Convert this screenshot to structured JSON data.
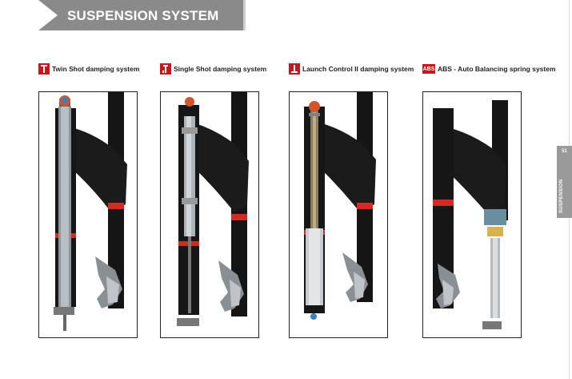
{
  "header": {
    "title": "SUSPENSION SYSTEM"
  },
  "systems": [
    {
      "label": "Twin Shot damping system",
      "icon": "twin-shot-icon"
    },
    {
      "label": "Single Shot damping system",
      "icon": "single-shot-icon"
    },
    {
      "label": "Launch Control II damping system",
      "icon": "launch-control-icon"
    },
    {
      "label": "ABS - Auto Balancing spring system",
      "icon": "abs-icon",
      "icon_text": "ABS"
    }
  ],
  "side_tab": {
    "page_number": "51",
    "section": "SUSPENSION"
  },
  "colors": {
    "accent_red": "#c8161d",
    "header_gray": "#8a8a8a",
    "fork_black": "#151515",
    "stanchion_red": "#d42a22"
  }
}
